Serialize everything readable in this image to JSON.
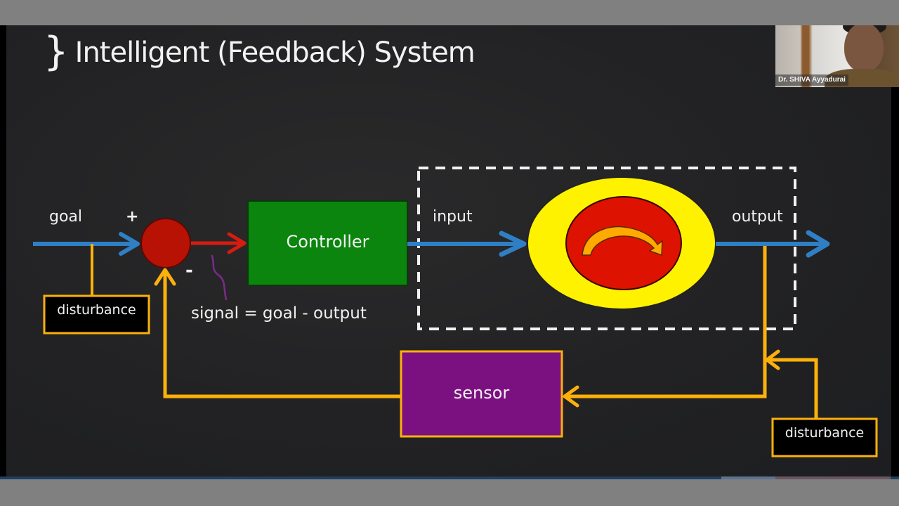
{
  "slide": {
    "title": "Intelligent (Feedback) System",
    "bullet_glyph": "}"
  },
  "diagram": {
    "labels": {
      "goal": "goal",
      "plus": "+",
      "minus": "-",
      "input": "input",
      "output": "output",
      "signal_equation": "signal = goal - output"
    },
    "blocks": {
      "controller": "Controller",
      "sensor": "sensor",
      "disturbance_left": "disturbance",
      "disturbance_right": "disturbance"
    },
    "colors": {
      "signal_blue": "#2f7fc4",
      "error_red": "#d81b10",
      "feedback_orange": "#fbb10a",
      "controller_green": "#0b850e",
      "sensor_purple": "#7b1180",
      "summing_red": "#b81205",
      "plant_yellow": "#fff200",
      "plant_red": "#dd1200",
      "arc_orange": "#ffaa00",
      "system_boundary": "#f2f2f2"
    }
  },
  "webcam": {
    "participant_name": "Dr. SHIVA Ayyadurai"
  }
}
